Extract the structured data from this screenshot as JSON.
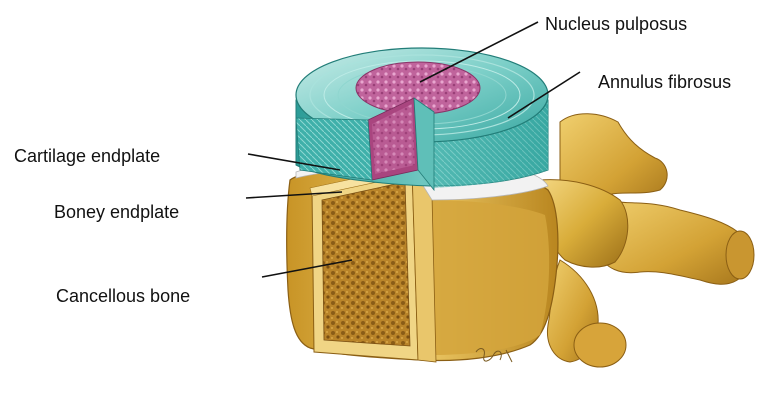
{
  "labels": {
    "nucleus_pulposus": "Nucleus pulposus",
    "annulus_fibrosus": "Annulus fibrosus",
    "cartilage_endplate": "Cartilage endplate",
    "boney_endplate": "Boney endplate",
    "cancellous_bone": "Cancellous bone"
  },
  "colors": {
    "bone": "#d9b23f",
    "bone_dark": "#a77a1c",
    "bone_light": "#f1d27a",
    "cancellous": "#b07b22",
    "annulus": "#3ab3ae",
    "annulus_light": "#a8e0dc",
    "nucleus": "#b8558f",
    "nucleus_light": "#e08fc0",
    "endplate": "#e8e8e8",
    "leader_line": "#111111"
  }
}
